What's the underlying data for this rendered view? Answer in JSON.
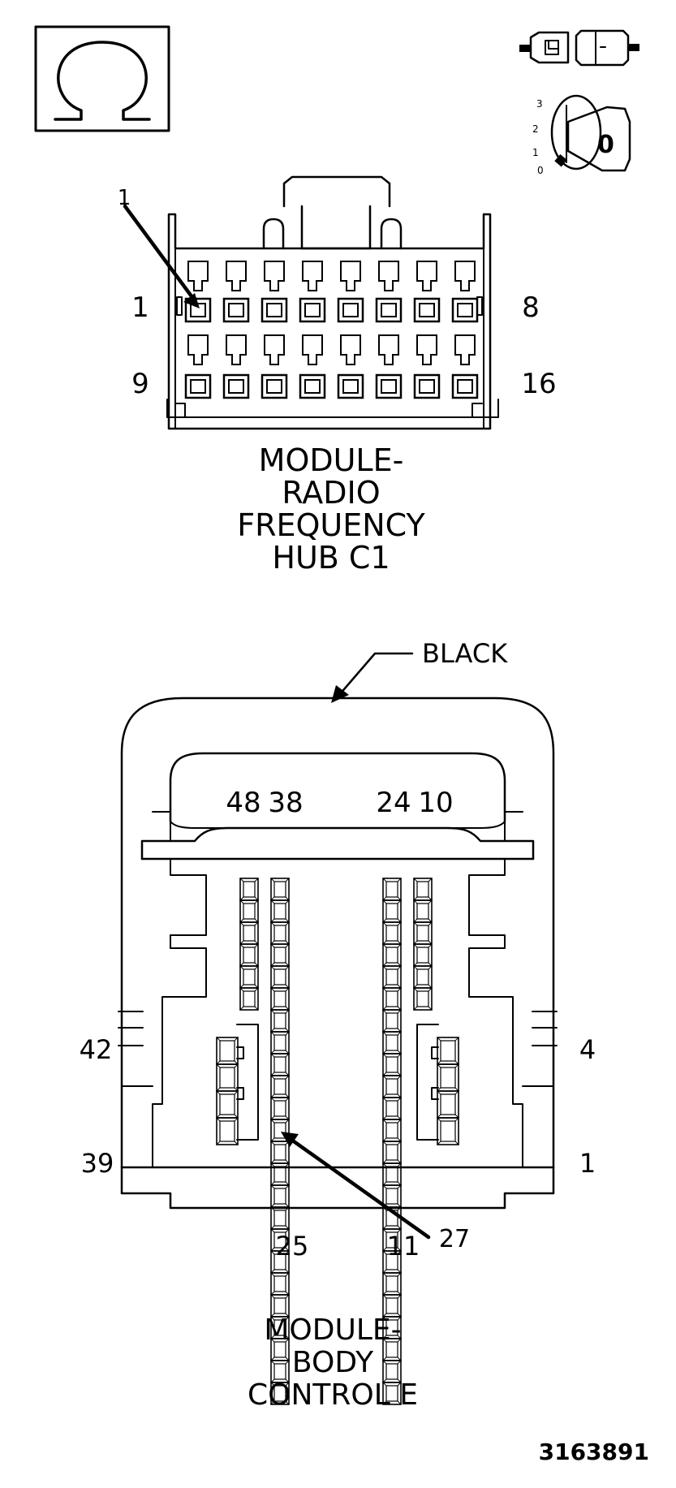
{
  "ignition_key": {
    "positions": [
      "3",
      "2",
      "1",
      "0"
    ],
    "key_label": "0"
  },
  "connector_c1": {
    "title_lines": [
      "MODULE-",
      "RADIO",
      "FREQUENCY",
      "HUB C1"
    ],
    "pin_labels": {
      "top_left": "1",
      "top_right": "8",
      "bottom_left": "9",
      "bottom_right": "16"
    },
    "callout_pin": "1"
  },
  "connector_e": {
    "color_label": "BLACK",
    "title_lines": [
      "MODULE-",
      "BODY",
      "CONTROL E"
    ],
    "pin_labels": {
      "top_48": "48",
      "top_38": "38",
      "top_24": "24",
      "top_10": "10",
      "left_42": "42",
      "left_39": "39",
      "right_4": "4",
      "right_1": "1",
      "bottom_25": "25",
      "bottom_11": "11"
    },
    "callout_pin": "27"
  },
  "figure_number": "3163891"
}
